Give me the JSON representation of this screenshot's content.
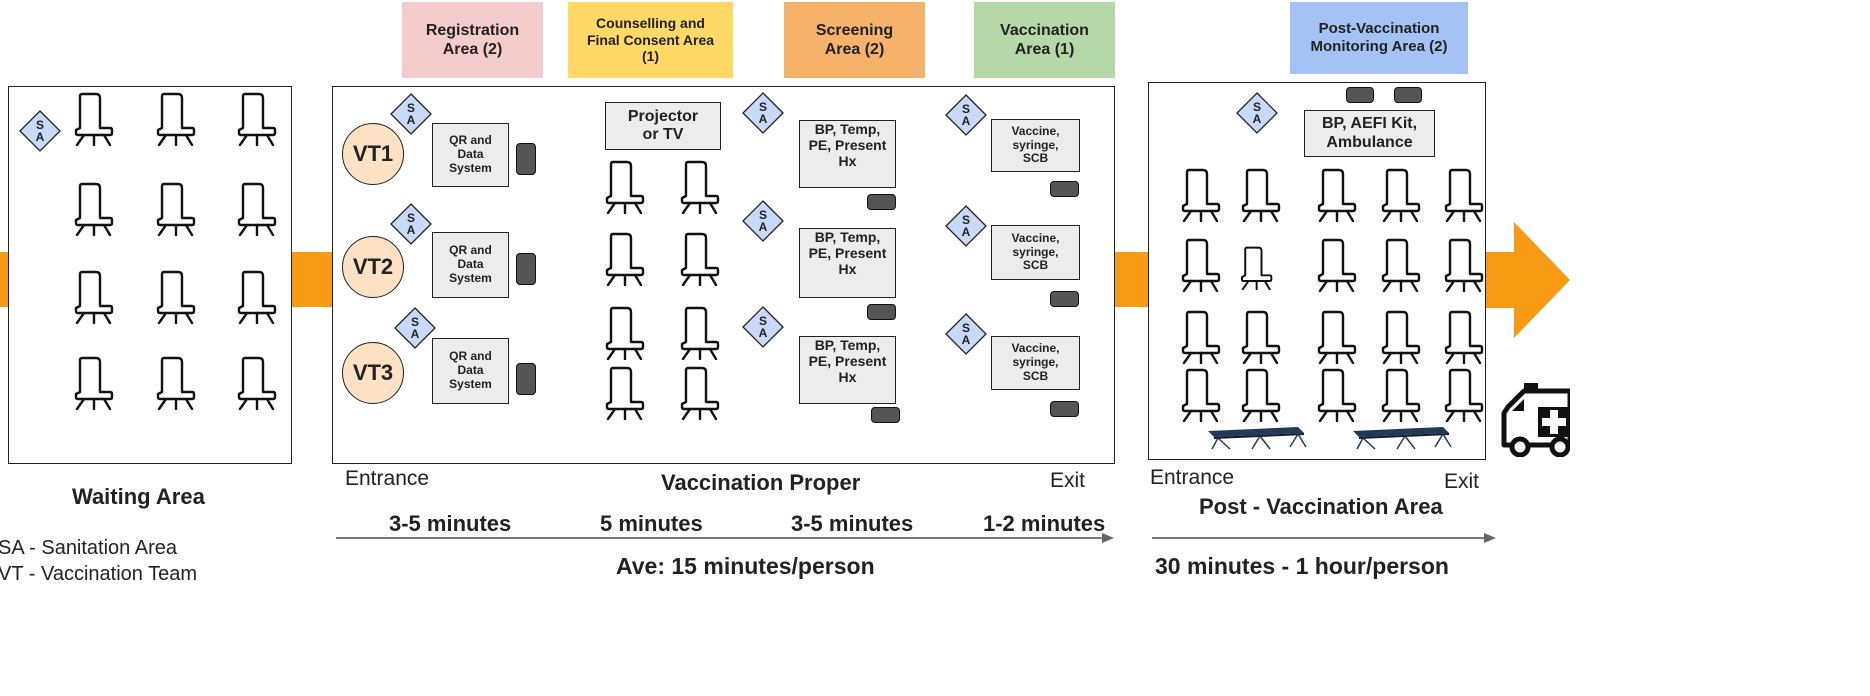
{
  "headers": {
    "registration": "Registration Area (2)",
    "counselling": "Counselling and Final Consent Area (1)",
    "screening": "Screening Area (2)",
    "vaccination": "Vaccination Area (1)",
    "post_vaccination": "Post-Vaccination Monitoring Area (2)"
  },
  "sanitation_label": {
    "top": "S",
    "bottom": "A"
  },
  "vaccination_teams": [
    "VT1",
    "VT2",
    "VT3"
  ],
  "registration_box": "QR and Data System",
  "projector": "Projector or TV",
  "screening_box": "BP, Temp, PE, Present Hx",
  "vaccine_box": "Vaccine, syringe, SCB",
  "monitoring_box": "BP, AEFI Kit, Ambulance",
  "labels": {
    "waiting_area": "Waiting Area",
    "entrance": "Entrance",
    "vaccination_proper": "Vaccination Proper",
    "exit": "Exit",
    "post_entrance": "Entrance",
    "post_exit": "Exit",
    "post_vaccination_area": "Post - Vaccination Area"
  },
  "times": {
    "registration": "3-5 minutes",
    "counselling": "5 minutes",
    "screening": "3-5 minutes",
    "vaccination": "1-2 minutes",
    "average": "Ave: 15  minutes/person",
    "post": "30 minutes - 1 hour/person"
  },
  "legend": {
    "sa": "SA - Sanitation Area",
    "vt": "VT - Vaccination Team"
  },
  "colors": {
    "registration": "#f4cccc",
    "counselling": "#ffd966",
    "screening": "#f6b26b",
    "vaccination": "#b6d7a8",
    "post_vaccination": "#a4c2f4",
    "flow_arrow": "#f79a14",
    "sanitation": "#c9daf8",
    "vaccination_team": "#fde1c4"
  },
  "icons": [
    "chair-icon",
    "sanitation-area-icon",
    "device-icon",
    "ambulance-icon",
    "hospital-bed-icon",
    "flow-arrow-icon"
  ]
}
